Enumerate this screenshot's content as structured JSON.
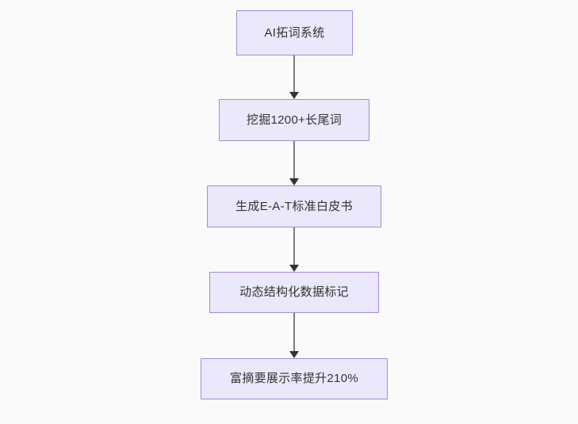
{
  "diagram": {
    "type": "flowchart",
    "direction": "top-to-bottom",
    "background_color": "#fafafa",
    "node_fill_color": "#ebe8fb",
    "node_border_color": "#a886e0",
    "node_text_color": "#333333",
    "edge_line_color": "#7d7d7d",
    "edge_arrow_color": "#333333",
    "nodes": [
      {
        "id": "n0",
        "label": "AI拓词系统"
      },
      {
        "id": "n1",
        "label": "挖掘1200+长尾词"
      },
      {
        "id": "n2",
        "label": "生成E-A-T标准白皮书"
      },
      {
        "id": "n3",
        "label": "动态结构化数据标记"
      },
      {
        "id": "n4",
        "label": "富摘要展示率提升210%"
      }
    ],
    "edges": [
      {
        "from": "n0",
        "to": "n1",
        "label": ""
      },
      {
        "from": "n1",
        "to": "n2",
        "label": ""
      },
      {
        "from": "n2",
        "to": "n3",
        "label": ""
      },
      {
        "from": "n3",
        "to": "n4",
        "label": ""
      }
    ]
  }
}
